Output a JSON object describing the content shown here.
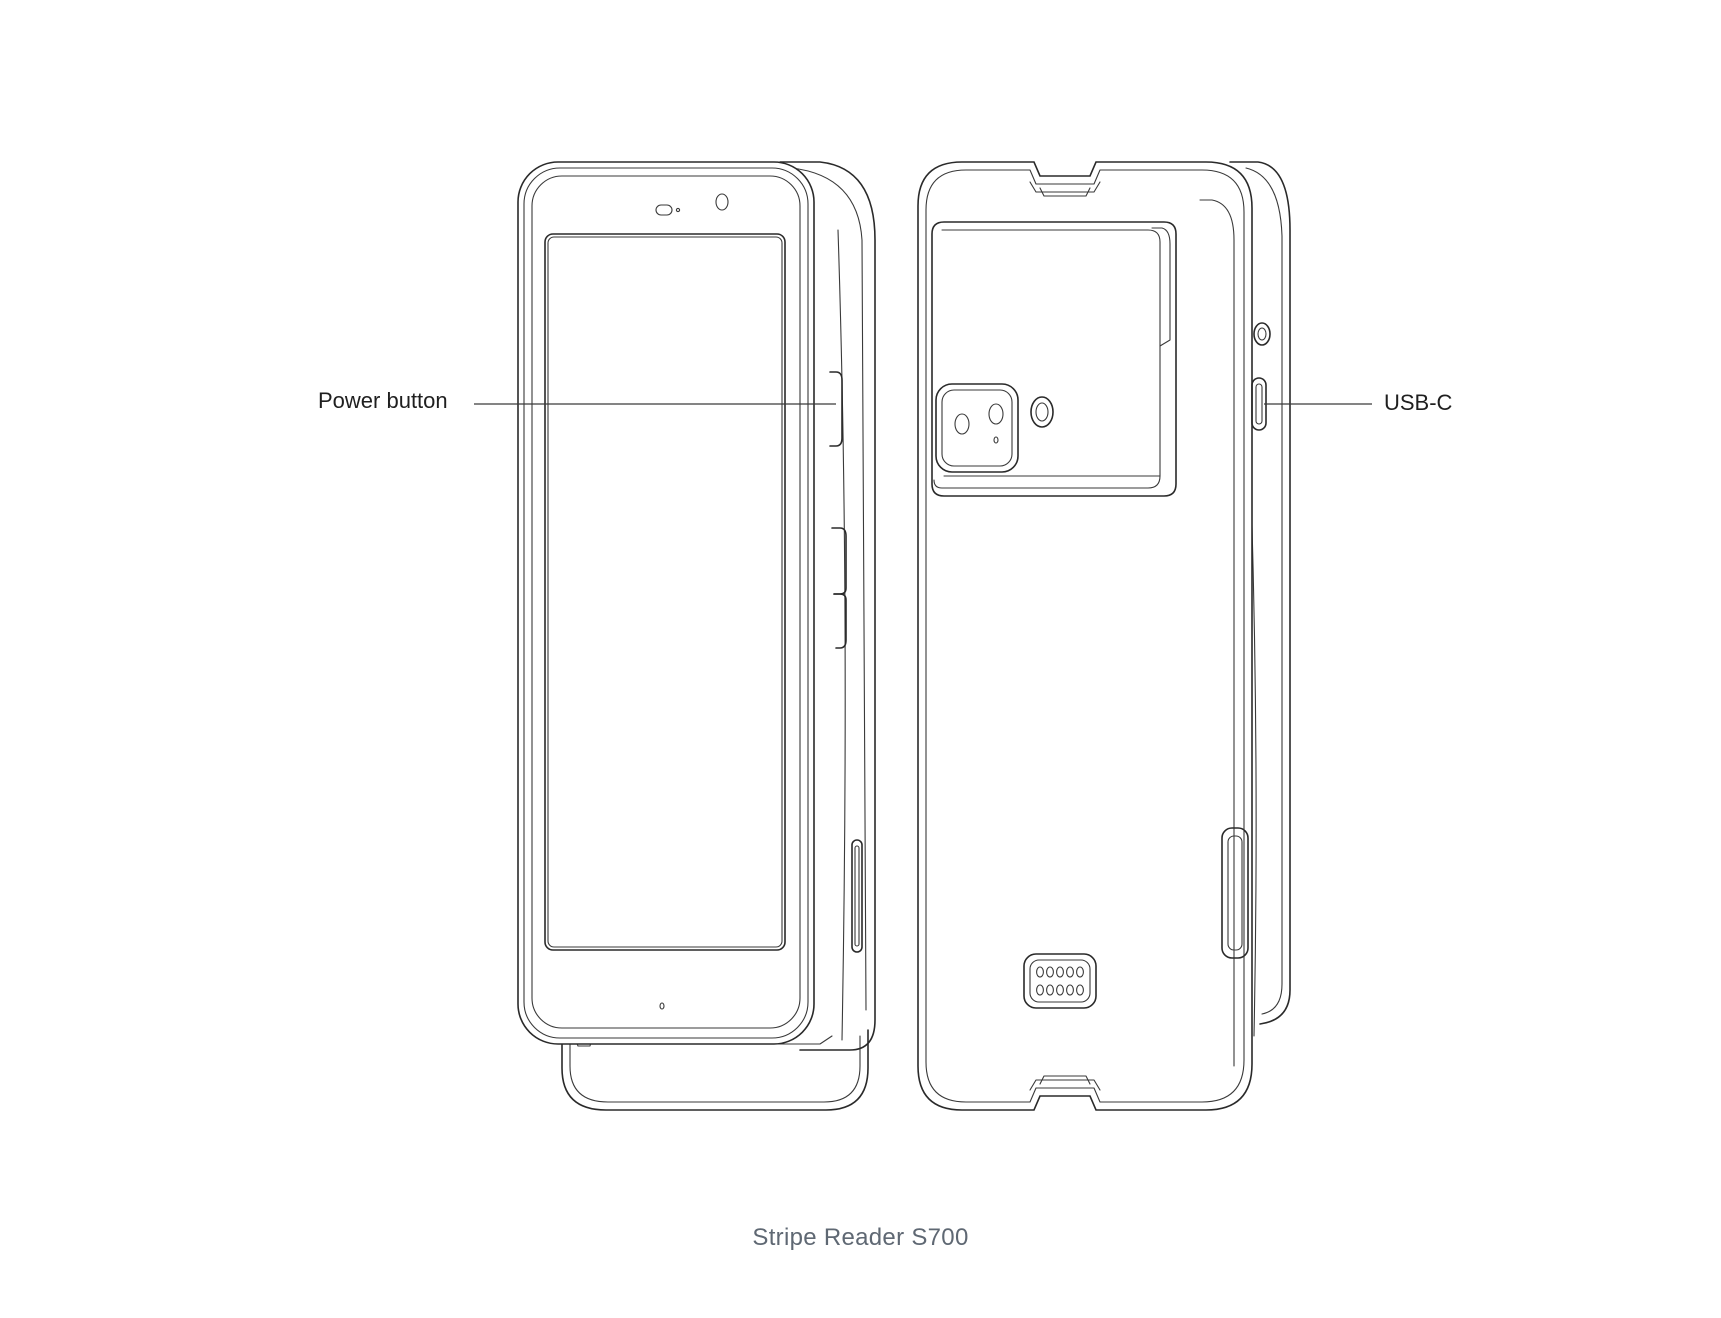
{
  "callouts": {
    "power_button": "Power button",
    "usb_c": "USB-C"
  },
  "caption": "Stripe Reader S700",
  "colors": {
    "line": "#2a2a2a",
    "caption": "#5f6873",
    "background": "#ffffff"
  }
}
